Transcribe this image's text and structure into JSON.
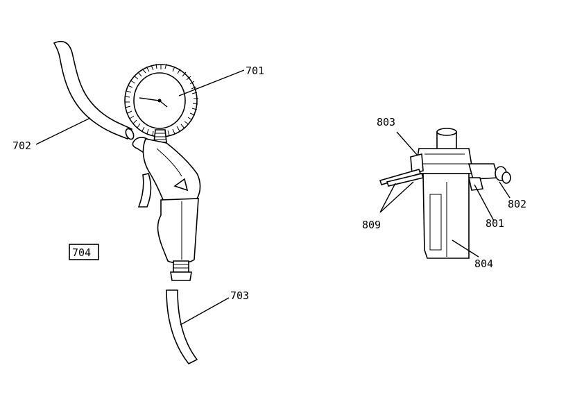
{
  "callouts": {
    "c701": "701",
    "c702": "702",
    "c703": "703",
    "c704": "704",
    "c801": "801",
    "c802": "802",
    "c803": "803",
    "c804": "804",
    "c809": "809"
  }
}
